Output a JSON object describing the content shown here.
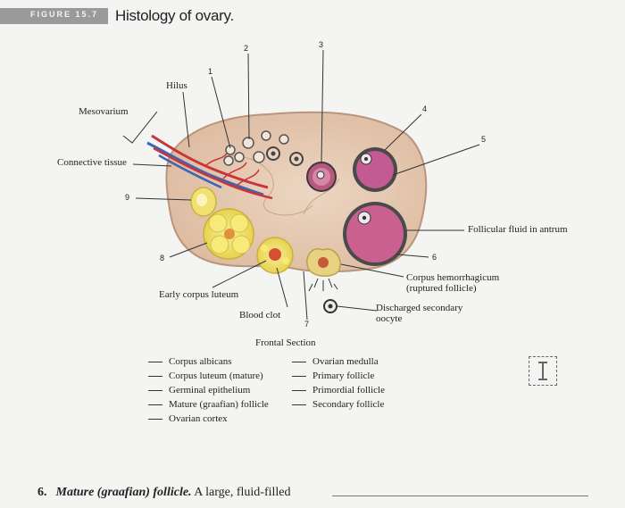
{
  "figure": {
    "badge": "FIGURE 15.7",
    "title": "Histology of ovary."
  },
  "labels": {
    "hilus": "Hilus",
    "mesovarium": "Mesovarium",
    "connective_tissue": "Connective tissue",
    "follicular_fluid": "Follicular fluid in antrum",
    "corpus_hemorrhagicum": "Corpus hemorrhagicum",
    "corpus_hemorrhagicum_sub": "(ruptured follicle)",
    "early_corpus_luteum": "Early corpus luteum",
    "blood_clot": "Blood clot",
    "discharged_oocyte": "Discharged secondary",
    "discharged_oocyte_sub": "oocyte",
    "frontal_section": "Frontal Section"
  },
  "numbers": [
    "1",
    "2",
    "3",
    "4",
    "5",
    "6",
    "7",
    "8",
    "9"
  ],
  "key": {
    "left": [
      "Corpus albicans",
      "Corpus luteum (mature)",
      "Germinal epithelium",
      "Mature (graafian) follicle",
      "Ovarian cortex"
    ],
    "right": [
      "Ovarian medulla",
      "Primary follicle",
      "Primordial follicle",
      "Secondary follicle"
    ]
  },
  "question": {
    "number": "6.",
    "term": "Mature (graafian) follicle.",
    "text": "A large, fluid-filled"
  },
  "colors": {
    "ovary_fill": "#e6cbb4",
    "ovary_edge": "#b8957b",
    "follicle_pink": "#c45a92",
    "antrum_fluid": "#c9608f",
    "luteum_yellow": "#f2e36a",
    "vessel_red": "#c8353a",
    "vessel_blue": "#3f63b5"
  }
}
